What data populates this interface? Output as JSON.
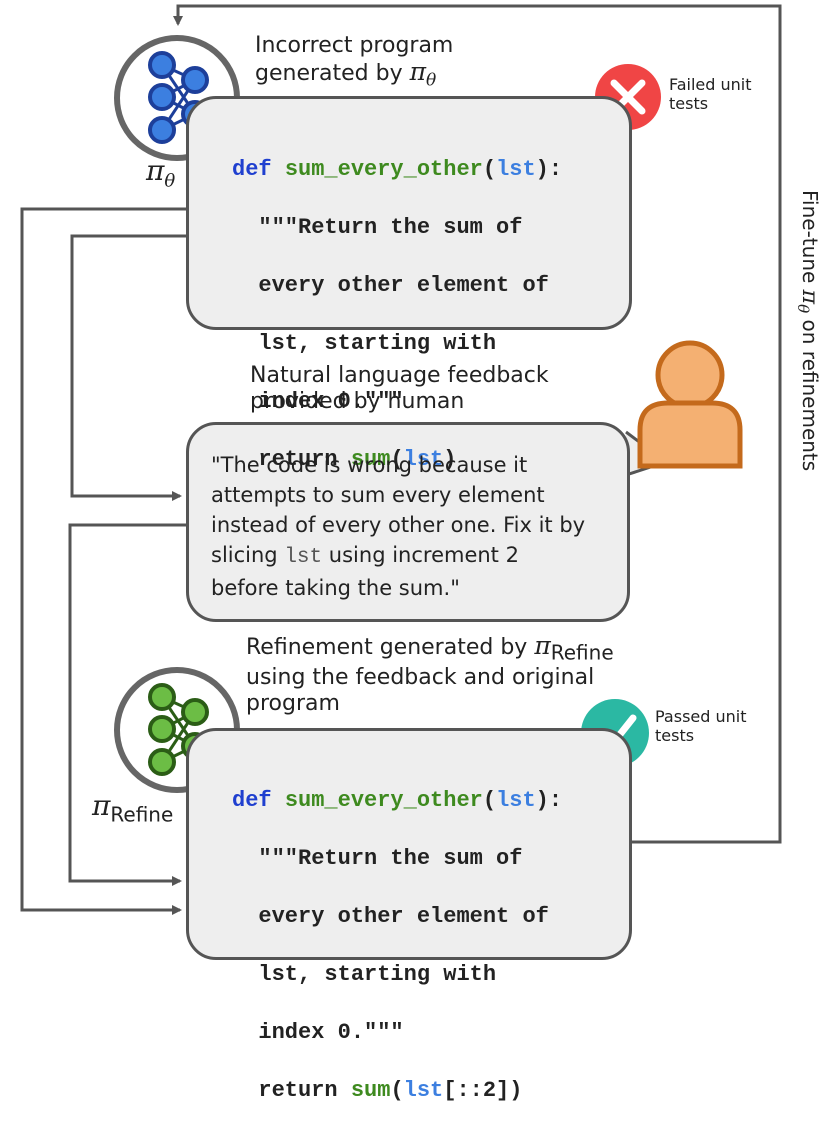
{
  "top": {
    "caption_line1": "Incorrect program",
    "caption_line2_prefix": "generated by ",
    "pi_symbol": "π",
    "theta_subscript": "θ",
    "status_label_line1": "Failed unit",
    "status_label_line2": "tests",
    "status_color": "#f04545",
    "model_label": "π",
    "model_sub": "θ",
    "code": {
      "def": "def",
      "func": "sum_every_other",
      "param": "lst",
      "doc1": "\"\"\"Return the sum of",
      "doc2": "every other element of",
      "doc3": "lst, starting with",
      "doc4": "index 0.\"\"\"",
      "ret": "return",
      "sum": "sum",
      "arg": "lst",
      "slice": ""
    }
  },
  "middle": {
    "caption_line1": "Natural language feedback",
    "caption_line2": "provided by human",
    "feedback_line1": "\"The code is wrong because it",
    "feedback_line2": "attempts to sum every element",
    "feedback_line3": "instead of every other one. Fix it by",
    "feedback_line4_a": "slicing ",
    "feedback_line4_code": "lst",
    "feedback_line4_b": " using increment 2",
    "feedback_line5": "before taking the sum.\""
  },
  "bottom": {
    "caption_line1_prefix": "Refinement generated by ",
    "pi_symbol": "π",
    "refine_subscript": "Refine",
    "caption_line2": "using the feedback and original",
    "caption_line3": "program",
    "status_label_line1": "Passed unit",
    "status_label_line2": "tests",
    "status_color": "#2bb8a3",
    "model_label": "π",
    "model_sub": "Refine",
    "code": {
      "def": "def",
      "func": "sum_every_other",
      "param": "lst",
      "doc1": "\"\"\"Return the sum of",
      "doc2": "every other element of",
      "doc3": "lst, starting with",
      "doc4": "index 0.\"\"\"",
      "ret": "return",
      "sum": "sum",
      "arg": "lst",
      "slice": "[::2]"
    }
  },
  "side": {
    "label_prefix": "Fine-tune ",
    "pi": "π",
    "theta": "θ",
    "label_suffix": " on refinements"
  },
  "colors": {
    "blue_node": "#3c7fe0",
    "blue_node_dark": "#1d3f9a",
    "green_node": "#6cbd45",
    "green_node_dark": "#2b5d16",
    "person_fill": "#f4b072",
    "person_stroke": "#c46a1c"
  }
}
